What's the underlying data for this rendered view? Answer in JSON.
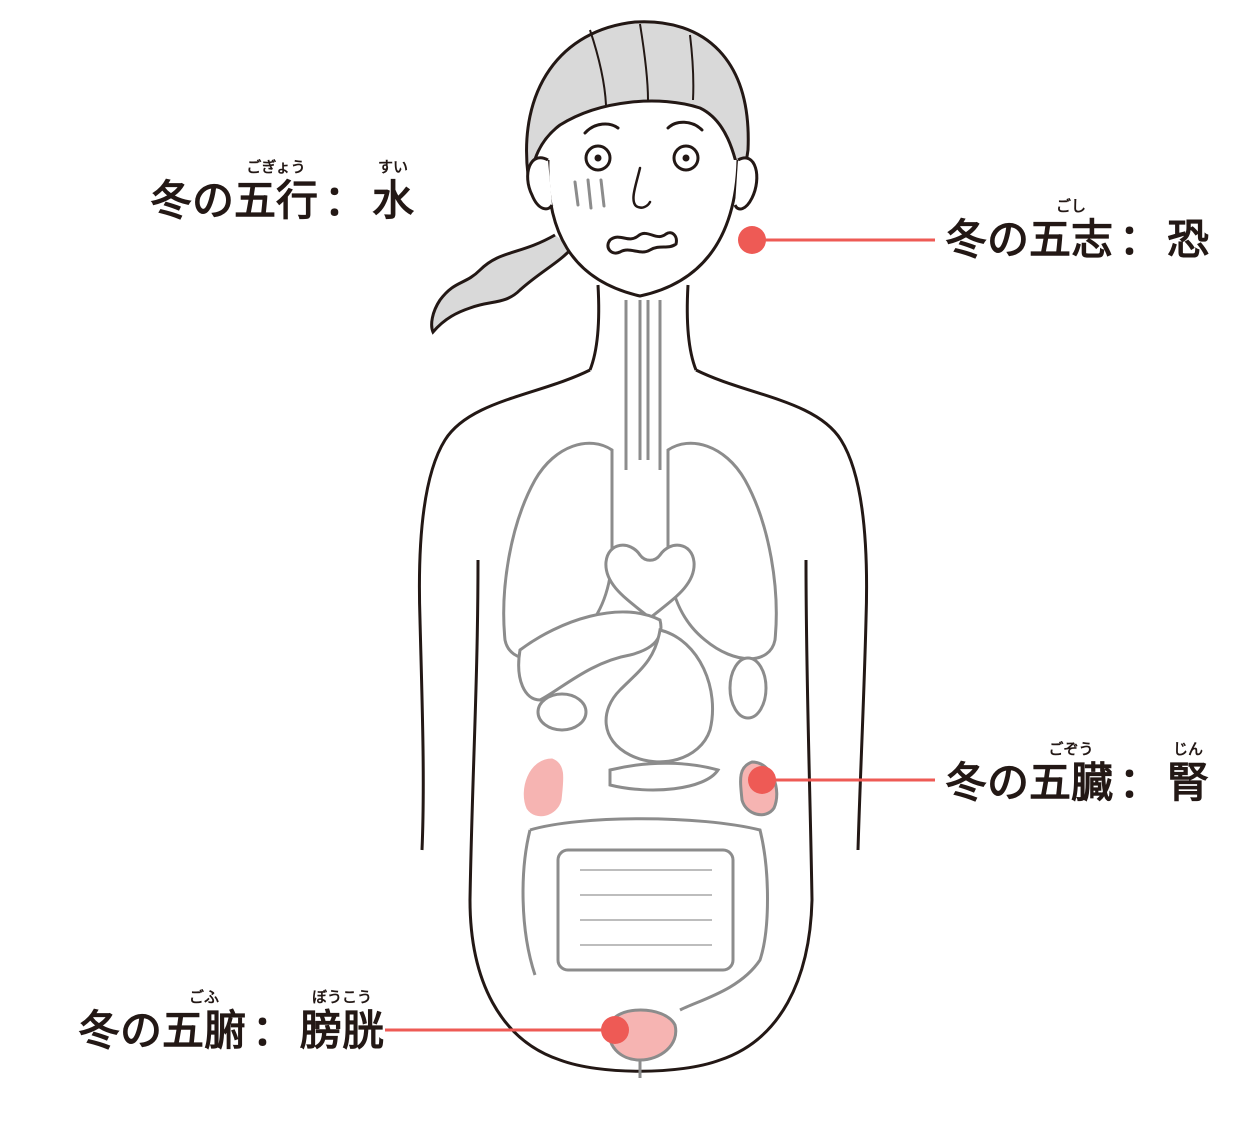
{
  "labels": {
    "element": {
      "season": "冬の",
      "category": "五行",
      "category_ruby": "ごぎょう",
      "value": "水",
      "value_ruby": "すい"
    },
    "emotion": {
      "season": "冬の",
      "category": "五志",
      "category_ruby": "ごし",
      "value": "恐",
      "value_ruby": ""
    },
    "organ": {
      "season": "冬の",
      "category": "五臓",
      "category_ruby": "ごぞう",
      "value": "腎",
      "value_ruby": "じん"
    },
    "bowel": {
      "season": "冬の",
      "category": "五腑",
      "category_ruby": "ごふ",
      "value": "膀胱",
      "value_ruby": "ぼうこう"
    },
    "separator": "："
  },
  "colors": {
    "accent": "#ee5a55",
    "highlight": "#f6b4b2",
    "line": "#231815",
    "organ_line": "#8c8c8c",
    "hair": "#d9d9d9"
  }
}
